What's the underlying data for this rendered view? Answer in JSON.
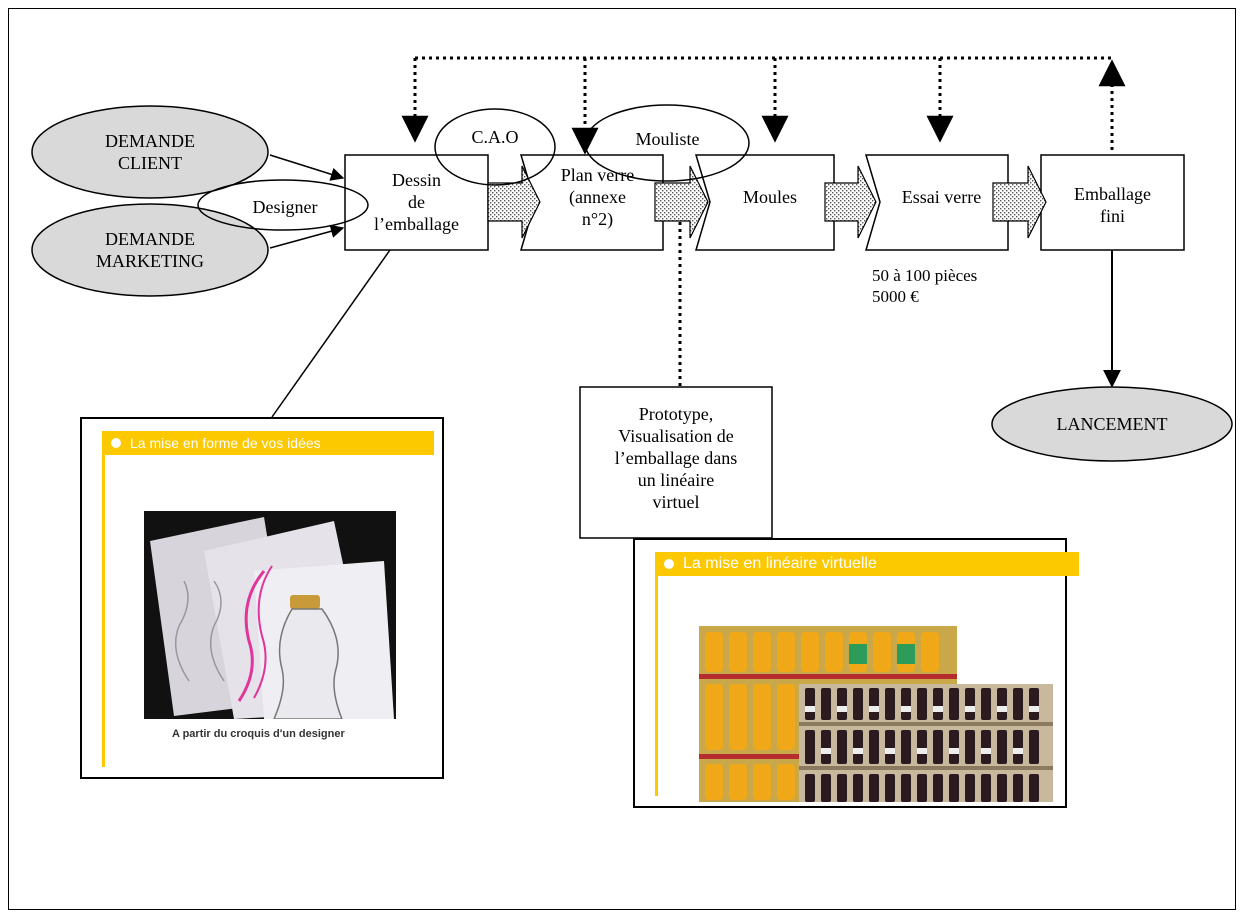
{
  "sources": {
    "client": [
      "DEMANDE",
      "CLIENT"
    ],
    "marketing": [
      "DEMANDE",
      "MARKETING"
    ],
    "designer": "Designer"
  },
  "steps": {
    "dessin": [
      "Dessin",
      "de",
      "l’emballage"
    ],
    "plan": [
      "Plan verre",
      "(annexe",
      "n°2)"
    ],
    "moules": "Moules",
    "essai": "Essai verre",
    "fini": [
      "Emballage",
      "fini"
    ]
  },
  "actors": {
    "cao": "C.A.O",
    "mouliste": "Mouliste"
  },
  "essai_note": [
    "50 à 100 pièces",
    "5000 €"
  ],
  "launch": "LANCEMENT",
  "prototype": [
    "Prototype,",
    "Visualisation de",
    "l’emballage dans",
    "un linéaire",
    "virtuel"
  ],
  "panel_sketch": {
    "title": "La mise en forme de vos idées",
    "caption": "A partir du croquis d'un designer"
  },
  "panel_shelf": {
    "title": "La mise en linéaire virtuelle"
  },
  "colors": {
    "ellipse_fill": "#d9d9d9",
    "accent": "#fcc800"
  }
}
